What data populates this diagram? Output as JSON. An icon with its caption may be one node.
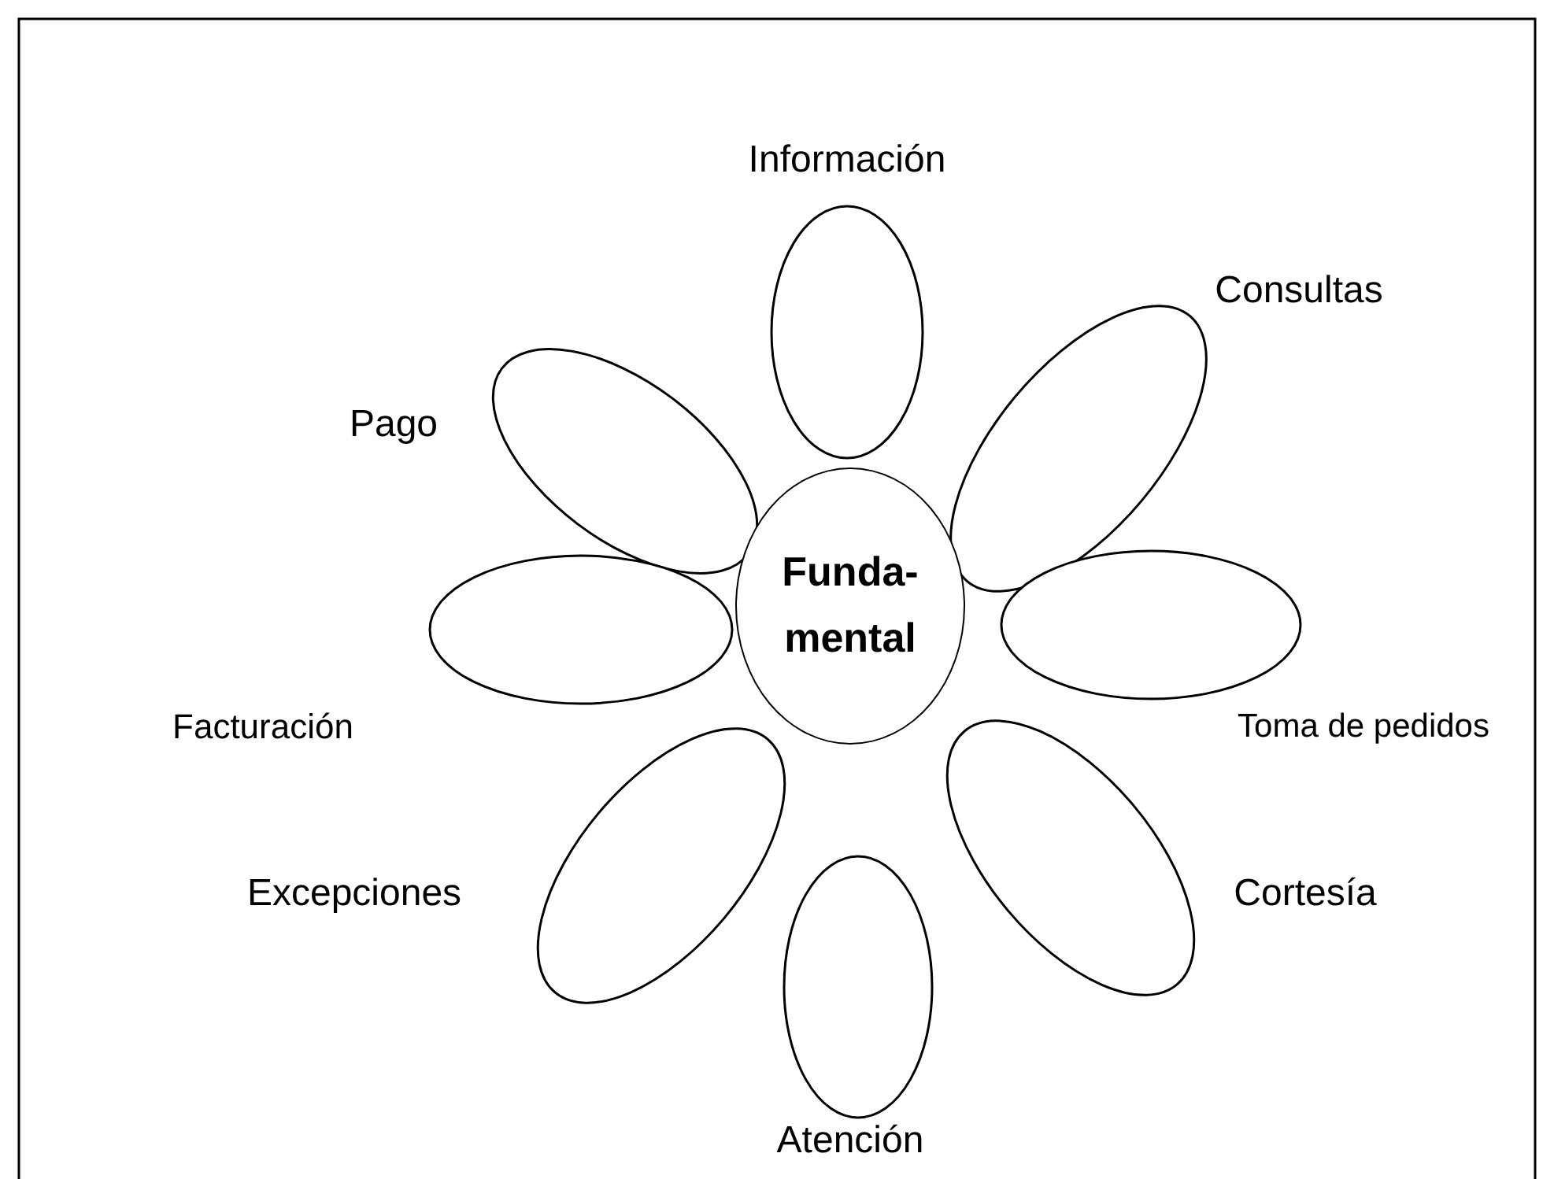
{
  "diagram": {
    "nodes": [
      {
        "text": [],
        "shape": "ellipse",
        "beside": [
          "Información"
        ]
      },
      {
        "text": [],
        "shape": "ellipse",
        "beside": [
          "Consultas"
        ]
      },
      {
        "text": [],
        "shape": "ellipse",
        "beside": [
          "Pago"
        ]
      },
      {
        "text": [
          "Funda- mental"
        ]
      },
      {
        "text": [],
        "shape": "ellipse",
        "beside": [
          "Facturación"
        ]
      },
      {
        "text": [],
        "shape": "ellipse",
        "beside": [
          "Toma de pedidos"
        ]
      },
      {
        "text": [],
        "shape": "ellipse",
        "beside": [
          "Excepciones"
        ]
      },
      {
        "text": [],
        "shape": "ellipse",
        "beside": [
          "Cortesía"
        ]
      },
      {
        "text": [],
        "shape": "ellipse",
        "beside": [
          "Atención"
        ]
      }
    ]
  }
}
